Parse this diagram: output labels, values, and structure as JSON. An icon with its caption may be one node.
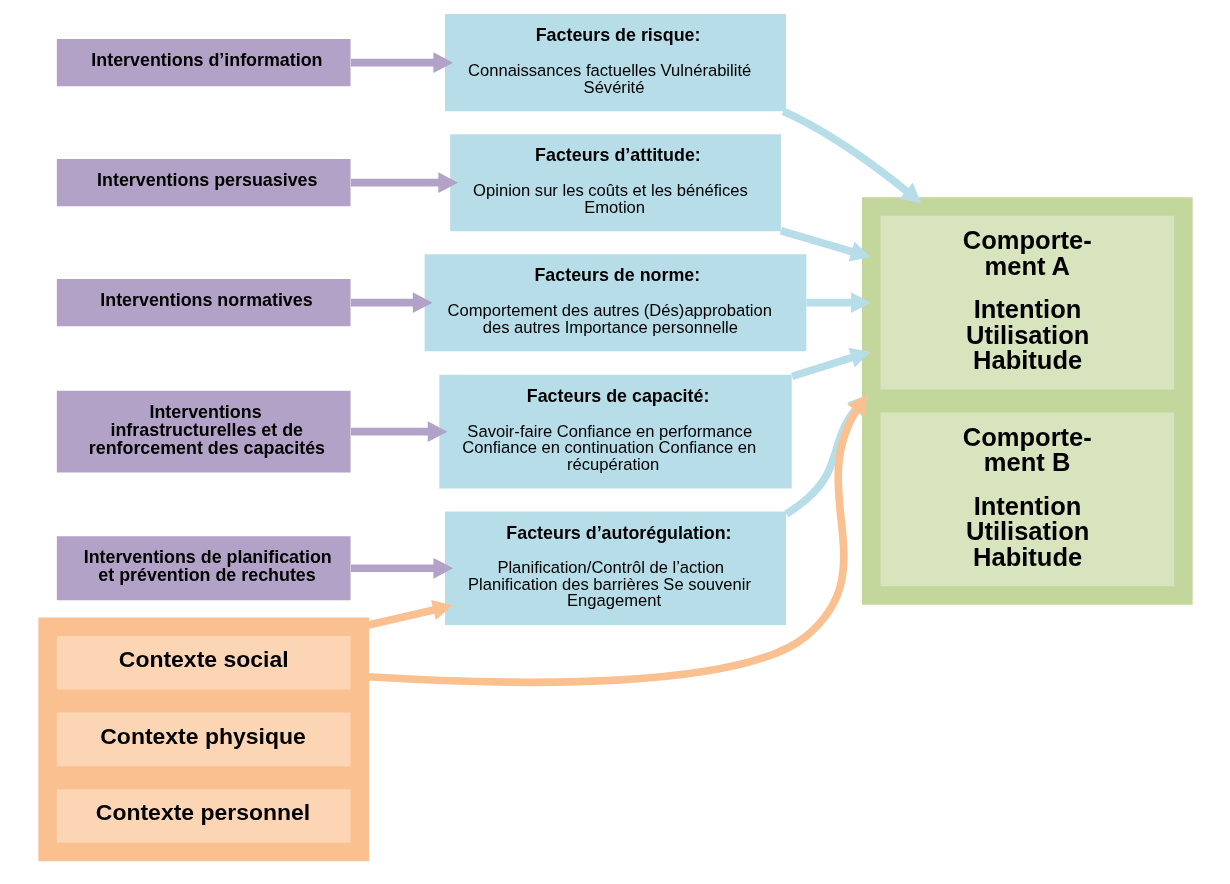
{
  "diagram": {
    "nodes": [
      {
        "text": [
          "Interventions d’information"
        ]
      },
      {
        "text": [
          "Interventions persuasives"
        ]
      },
      {
        "text": [
          "Interventions normatives"
        ]
      },
      {
        "text": [
          "Interventions infrastructurelles et de renforcement des capacités"
        ]
      },
      {
        "text": [
          "Interventions de planification et prévention de rechutes"
        ]
      },
      {
        "text": [
          "Facteurs de risque:",
          "Connaissances factuelles Vulnérabilité Sévérité"
        ]
      },
      {
        "text": [
          "Facteurs d’attitude:",
          "Opinion sur les coûts et les bénéfices Emotion"
        ]
      },
      {
        "text": [
          "Facteurs de norme:",
          "Comportement des autres (Dés)approbation des autres Importance personnelle"
        ]
      },
      {
        "text": [
          "Facteurs de capacité:",
          "Savoir-faire Confiance en performance Confiance en continuation Confiance en récupération"
        ]
      },
      {
        "text": [
          "Facteurs d’autorégulation:",
          "Planification/Contrôl de l’action Planification des barrières Se souvenir Engagement"
        ]
      },
      {
        "text": [],
        "shape": "box"
      },
      {
        "text": [
          "Comporte- ment A",
          "Intention Utilisation Habitude"
        ],
        "in": 10
      },
      {
        "text": [
          "Comporte- ment B",
          "Intention Utilisation Habitude"
        ],
        "in": 10
      },
      {
        "text": [],
        "shape": "box"
      },
      {
        "text": [
          "Contexte social"
        ],
        "in": 13
      },
      {
        "text": [
          "Contexte physique"
        ],
        "in": 13
      },
      {
        "text": [
          "Contexte personnel"
        ],
        "in": 13
      }
    ],
    "edges": [
      {
        "from": 0,
        "to": 5,
        "arrow": "to",
        "color": "#b3a2c7"
      },
      {
        "from": 1,
        "to": 6,
        "arrow": "to",
        "color": "#b3a2c7"
      },
      {
        "from": 2,
        "to": 7,
        "arrow": "to",
        "color": "#b3a2c7"
      },
      {
        "from": 3,
        "to": 8,
        "arrow": "to",
        "color": "#b3a2c7"
      },
      {
        "from": 4,
        "to": 9,
        "arrow": "to",
        "color": "#b3a2c7"
      },
      {
        "from": 5,
        "to": 10,
        "arrow": "to",
        "color": "#b7dde8"
      },
      {
        "from": 6,
        "to": 10,
        "arrow": "to",
        "color": "#b7dde8"
      },
      {
        "from": 7,
        "to": 10,
        "arrow": "to",
        "color": "#b7dde8"
      },
      {
        "from": 8,
        "to": 10,
        "arrow": "to",
        "color": "#b7dde8"
      },
      {
        "from": 9,
        "to": 10,
        "arrow": "to",
        "color": "#b7dde8"
      },
      {
        "from": 13,
        "to": 9,
        "arrow": "to",
        "color": "#fac090"
      },
      {
        "from": 13,
        "to": 10,
        "arrow": "to",
        "color": "#fac090"
      }
    ]
  }
}
